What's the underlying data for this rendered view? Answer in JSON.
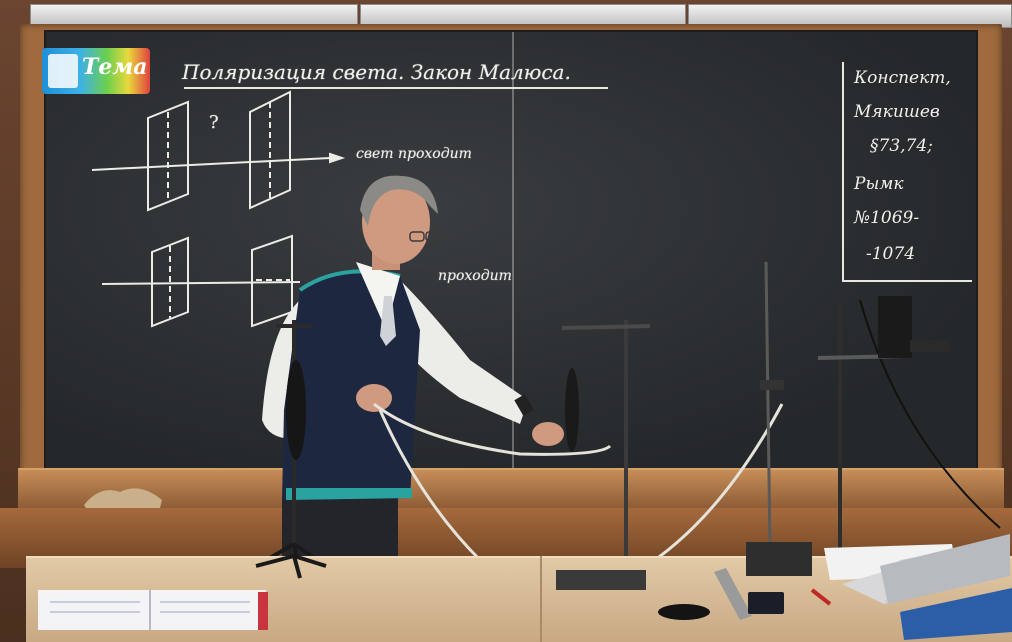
{
  "board": {
    "title": "Поляризация света. Закон Малюса.",
    "logo_text": "Тема",
    "note_light_passes": "свет проходит",
    "note_passes": "проходит",
    "question_mark": "?",
    "homework_lines": [
      "Конспект,",
      "Мякишев",
      "§73,74;",
      "Рымк",
      "№1069-",
      "-1074"
    ]
  },
  "colors": {
    "chalkboard": "#2c2f32",
    "frame_wood": "#a06a3e",
    "chalk": "#f0f0ea",
    "vest": "#1d2740",
    "vest_trim": "#2aa3a0",
    "shirt": "#eeeeea",
    "table": "#d9bf9b",
    "notebook_cover": "#c8343f",
    "folder": "#2c5ea8"
  },
  "icons": [
    "lab-stand",
    "polarizer-disk",
    "camera",
    "laptop",
    "notebook",
    "calculator",
    "ruler",
    "marker"
  ]
}
